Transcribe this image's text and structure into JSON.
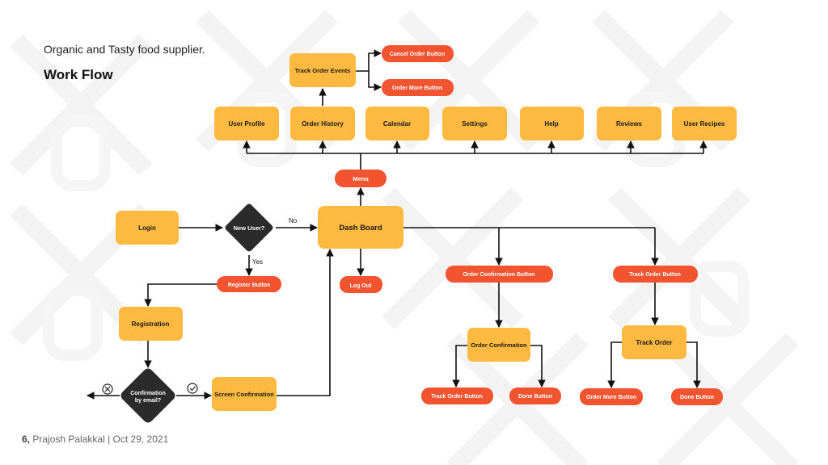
{
  "header": {
    "subtitle": "Organic and Tasty food supplier.",
    "title": "Work Flow"
  },
  "footer": {
    "page_number": "6,",
    "text": "Prajosh Palakkal | Oct 29, 2021"
  },
  "colors": {
    "box": "#FDB940",
    "pill": "#F25430",
    "diamond": "#2B2B2B",
    "line": "#111111",
    "background_pattern": "#F3F3F3"
  },
  "nodes": {
    "login": "Login",
    "new_user": "New User?",
    "dashboard": "Dash Board",
    "register_button": "Register Button",
    "registration": "Registration",
    "confirmation_email_l1": "Confirmation",
    "confirmation_email_l2": "by email?",
    "screen_confirmation": "Screen Confirmation",
    "log_out": "Log Out",
    "menu": "Menu",
    "user_profile": "User Profile",
    "order_history": "Order History",
    "calendar": "Calendar",
    "settings": "Settings",
    "help": "Help",
    "reviews": "Reviews",
    "user_recipes": "User Recipes",
    "track_order_events": "Track Order Events",
    "cancel_order_button": "Cancel Order Button",
    "order_more_button_top": "Order More Button",
    "order_confirmation_button": "Order Confirmation Button",
    "order_confirmation": "Order Confirmation",
    "track_order_button_left": "Track Order Button",
    "done_button_left": "Done Button",
    "track_order_button_right": "Track Order Button",
    "track_order": "Track Order",
    "order_more_button_bottom": "Order More Button",
    "done_button_right": "Done Button"
  },
  "edge_labels": {
    "no": "No",
    "yes": "Yes"
  },
  "icons": {
    "reject": "circle-x-icon",
    "accept": "circle-check-icon"
  }
}
